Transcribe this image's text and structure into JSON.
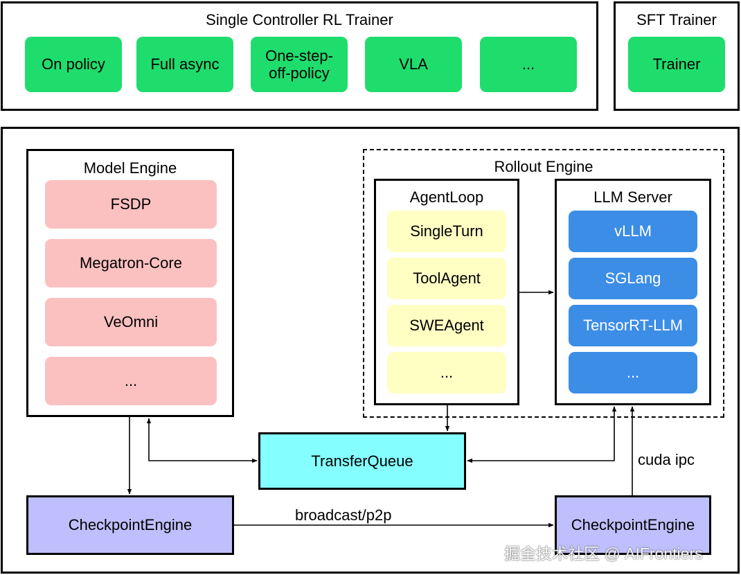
{
  "rl_trainer": {
    "title": "Single Controller RL Trainer",
    "items": [
      "On policy",
      "Full async",
      "One-step-\noff-policy",
      "VLA",
      "..."
    ]
  },
  "sft_trainer": {
    "title": "SFT Trainer",
    "item": "Trainer"
  },
  "model_engine": {
    "title": "Model Engine",
    "items": [
      "FSDP",
      "Megatron-Core",
      "VeOmni",
      "..."
    ]
  },
  "rollout_engine": {
    "title": "Rollout Engine",
    "agent_loop": {
      "title": "AgentLoop",
      "items": [
        "SingleTurn",
        "ToolAgent",
        "SWEAgent",
        "..."
      ]
    },
    "llm_server": {
      "title": "LLM Server",
      "items": [
        "vLLM",
        "SGLang",
        "TensorRT-LLM",
        "..."
      ]
    }
  },
  "transfer_queue": {
    "label": "TransferQueue"
  },
  "checkpoint_left": {
    "label": "CheckpointEngine"
  },
  "checkpoint_right": {
    "label": "CheckpointEngine"
  },
  "edge_labels": {
    "broadcast": "broadcast/p2p",
    "cuda_ipc": "cuda ipc"
  },
  "watermark": "掘金技术社区 @ AIFrontiers",
  "colors": {
    "trainer_green": "#1fdd6d",
    "model_engine_pink": "#fbc1c1",
    "agent_yellow": "#ffffc4",
    "llm_blue": "#3c8de6",
    "transfer_cyan": "#84fefe",
    "checkpoint_purple": "#bfbffd"
  }
}
